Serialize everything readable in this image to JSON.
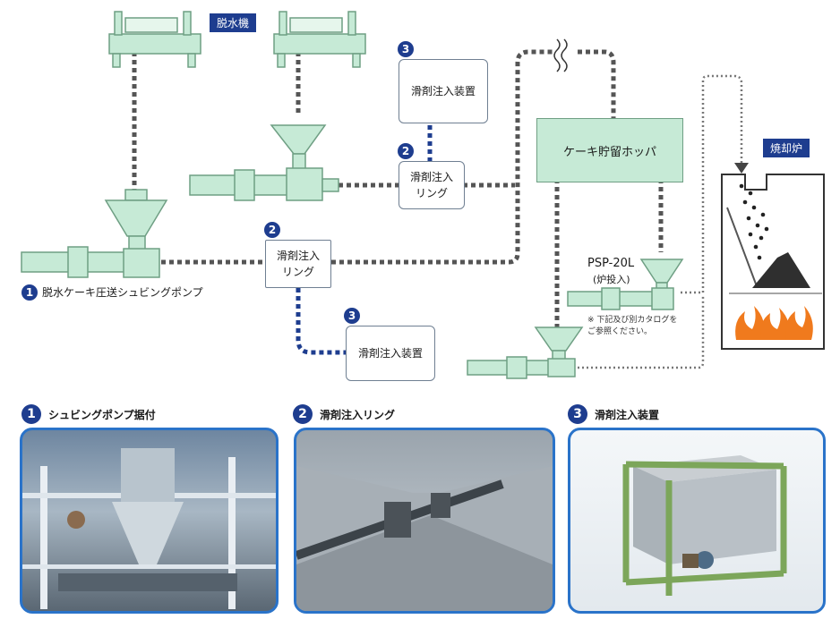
{
  "diagram": {
    "dewatering_machine_label": "脱水機",
    "incinerator_label": "焼却炉",
    "cake_hopper_label": "ケーキ貯留ホッパ",
    "lube_ring_upper": {
      "number": "2",
      "text": "滑剤注入\nリング"
    },
    "lube_ring_lower": {
      "number": "2",
      "text": "滑剤注入\nリング"
    },
    "lube_device_upper": {
      "number": "3",
      "text": "滑剤注入装置"
    },
    "lube_device_lower": {
      "number": "3",
      "text": "滑剤注入装置"
    },
    "pump_main": {
      "number": "1",
      "text": "脱水ケーキ圧送シュビングポンプ"
    },
    "psp_label": "PSP-20L",
    "psp_sub": "(炉投入)",
    "note": "※ 下記及び別カタログを\nご参照ください。"
  },
  "photos": [
    {
      "number": "1",
      "caption": "シュビングポンプ据付"
    },
    {
      "number": "2",
      "caption": "滑剤注入リング"
    },
    {
      "number": "3",
      "caption": "滑剤注入装置"
    }
  ],
  "colors": {
    "equipment": "#c6ead6",
    "equipment_stroke": "#6f9f84",
    "accent_blue": "#1e3d8f",
    "photo_frame": "#2a73c9",
    "pipe_dotted": "#555555",
    "flame": "#f07a1d"
  }
}
